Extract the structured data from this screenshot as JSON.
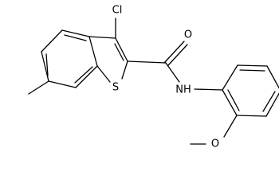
{
  "structure": {
    "atom_labels": {
      "cl": "Cl",
      "o_carbonyl": "O",
      "s": "S",
      "nh": "NH",
      "o_methoxy": "O"
    }
  }
}
